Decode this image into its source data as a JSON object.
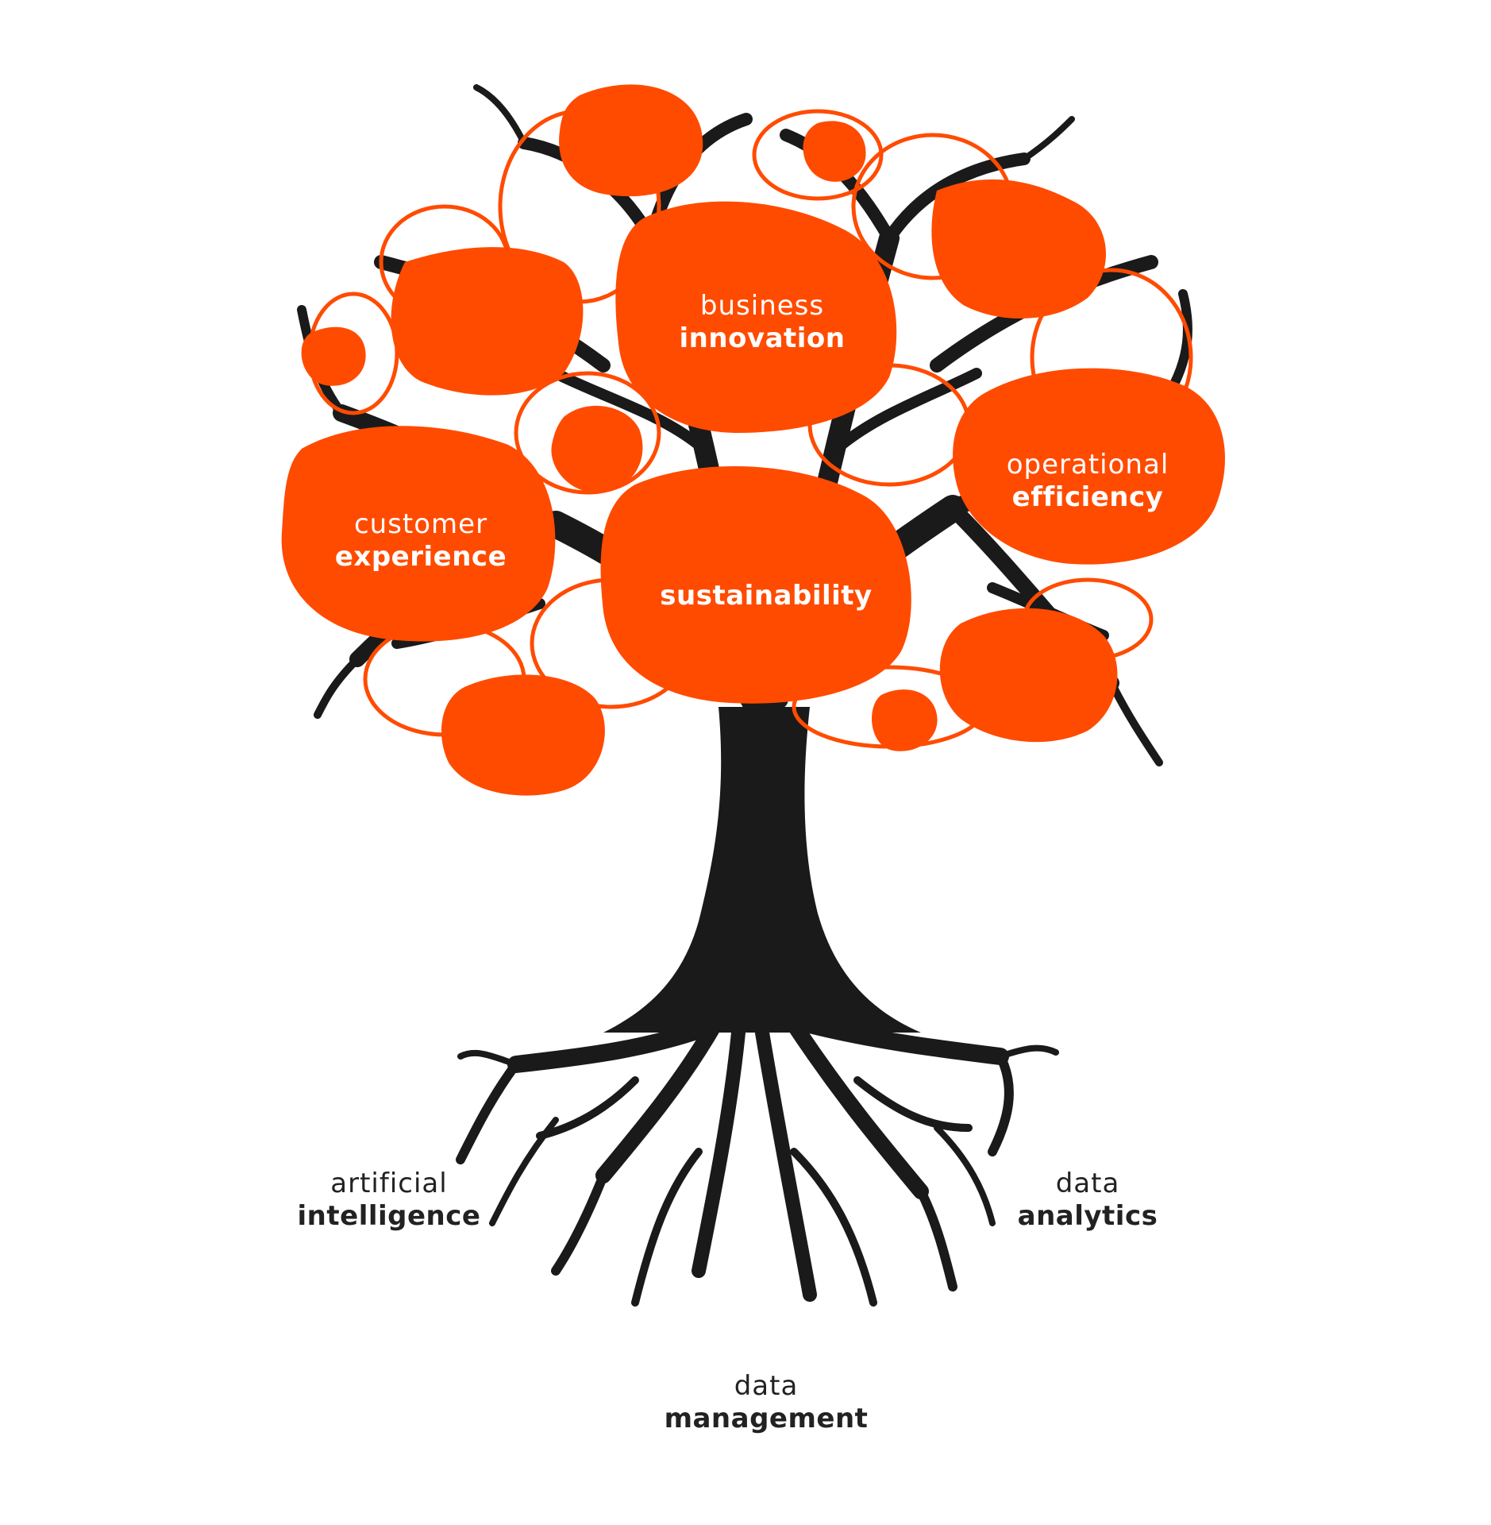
{
  "colors": {
    "accent": "#FF4B00",
    "trunk": "#1A1A1A",
    "background": "#FFFFFF",
    "text_dark": "#222222",
    "text_light": "#FFFFFF"
  },
  "canopy_labels": {
    "business_innovation": {
      "light": "business",
      "bold": "innovation"
    },
    "customer_experience": {
      "light": "customer",
      "bold": "experience"
    },
    "operational_efficiency": {
      "light": "operational",
      "bold": "efficiency"
    },
    "sustainability": {
      "light": "",
      "bold": "sustainability"
    }
  },
  "root_labels": {
    "artificial_intelligence": {
      "light": "artificial",
      "bold": "intelligence"
    },
    "data_analytics": {
      "light": "data",
      "bold": "analytics"
    },
    "data_management": {
      "light": "data",
      "bold": "management"
    }
  }
}
